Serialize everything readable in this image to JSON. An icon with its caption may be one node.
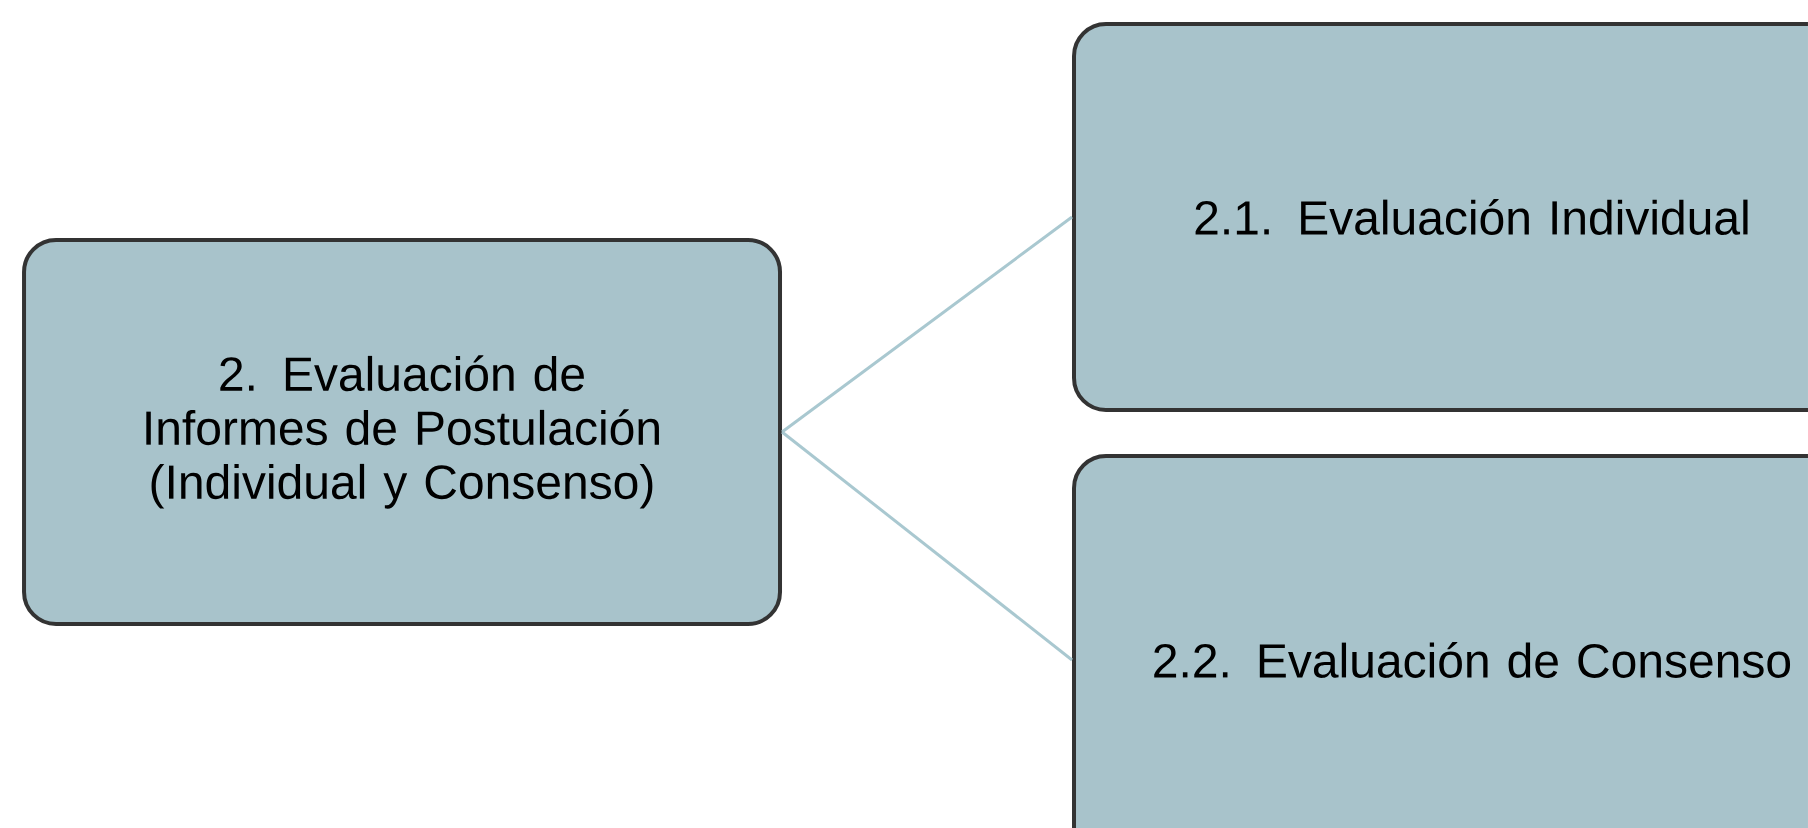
{
  "diagram": {
    "nodes": [
      {
        "text": [
          "2. Evaluación de Informes de Postulación (Individual y Consenso)"
        ]
      },
      {
        "text": [
          "2.1. Evaluación Individual"
        ]
      },
      {
        "text": [
          "2.2. Evaluación de Consenso"
        ]
      }
    ],
    "edges": [
      {
        "from": 0,
        "to": 1,
        "arrow": "none"
      },
      {
        "from": 0,
        "to": 2,
        "arrow": "none"
      }
    ]
  }
}
